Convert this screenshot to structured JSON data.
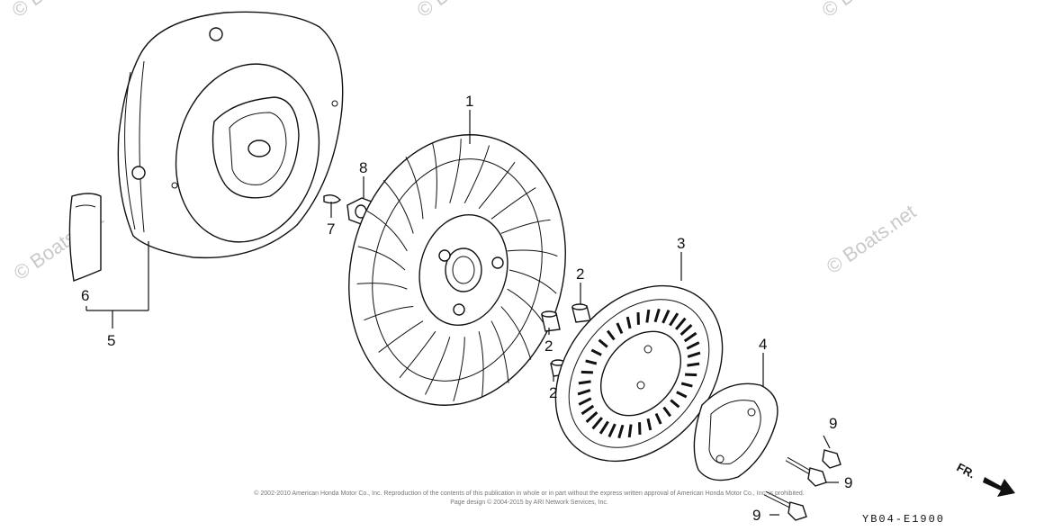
{
  "watermark": {
    "text": "© Boats.net"
  },
  "callouts": {
    "c1": "1",
    "c2a": "2",
    "c2b": "2",
    "c2c": "2",
    "c3": "3",
    "c4": "4",
    "c5": "5",
    "c6": "6",
    "c7": "7",
    "c8": "8",
    "c9a": "9",
    "c9b": "9",
    "c9c": "9"
  },
  "copyright": {
    "line1": "© 2002-2010 American Honda Motor Co., Inc. Reproduction of the contents of this publication in whole or in part without the express written approval of American Honda Motor Co., Inc. is prohibited.",
    "line2": "Page design © 2004-2015 by ARI Network Services, Inc."
  },
  "diagram_code": "YB04-E1900",
  "direction_label": "FR."
}
